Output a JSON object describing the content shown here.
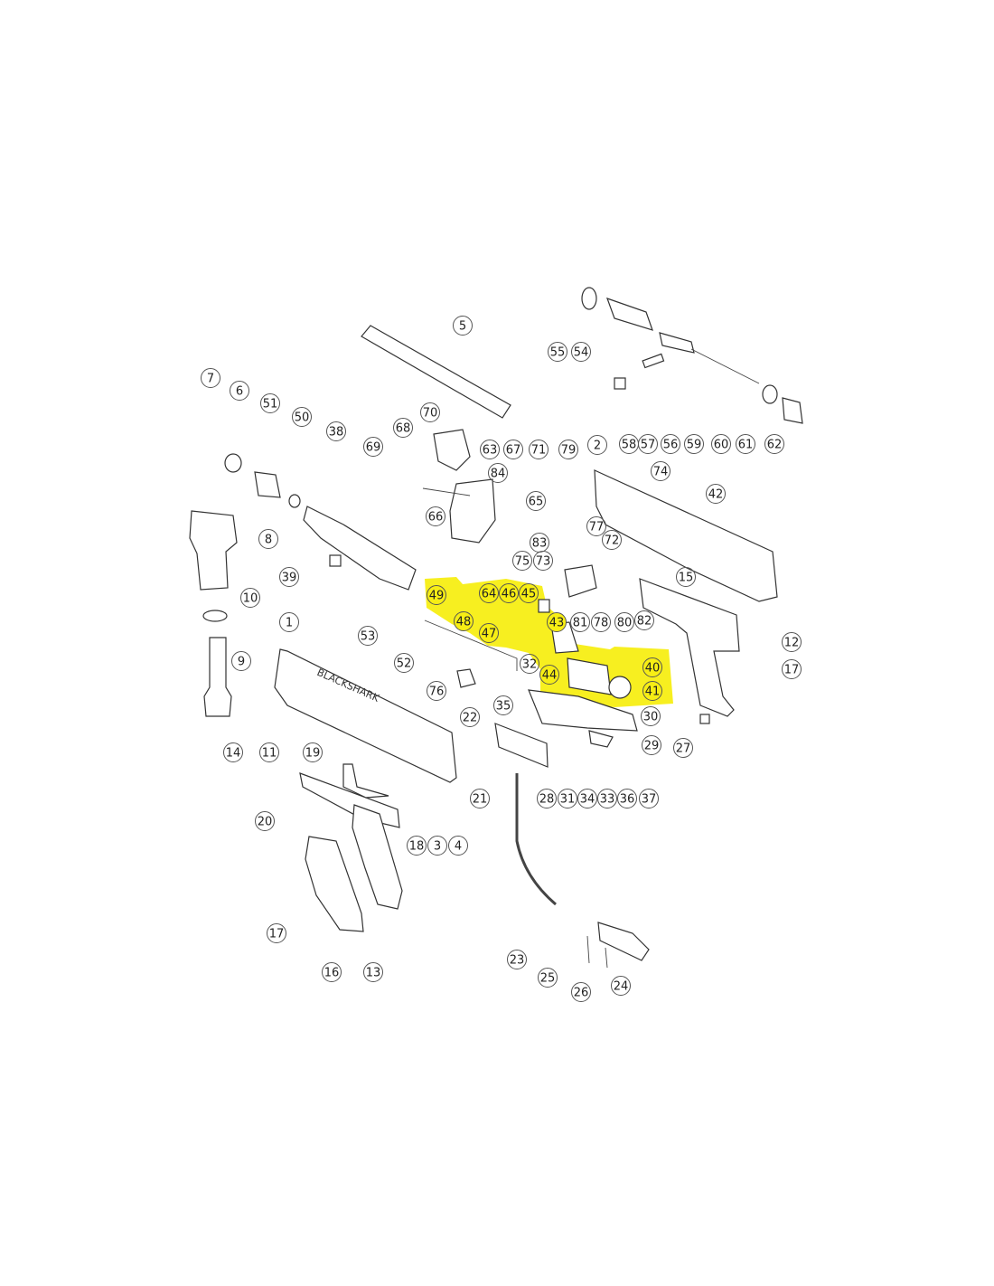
{
  "diagram": {
    "title": "Exploded parts diagram",
    "brand_mark": "BLACKSHARK",
    "highlight_color": "#f7ee14",
    "highlighted_parts": [
      "49",
      "48",
      "64",
      "47",
      "46",
      "45",
      "43",
      "44",
      "40",
      "41"
    ],
    "callouts": [
      "5",
      "55",
      "54",
      "7",
      "6",
      "51",
      "50",
      "38",
      "70",
      "68",
      "69",
      "63",
      "67",
      "71",
      "79",
      "2",
      "58",
      "57",
      "56",
      "59",
      "60",
      "61",
      "62",
      "74",
      "84",
      "42",
      "66",
      "65",
      "8",
      "83",
      "77",
      "72",
      "75",
      "15",
      "39",
      "73",
      "64",
      "46",
      "45",
      "49",
      "10",
      "48",
      "43",
      "81",
      "78",
      "80",
      "82",
      "1",
      "47",
      "53",
      "12",
      "9",
      "52",
      "44",
      "40",
      "17",
      "41",
      "76",
      "32",
      "35",
      "22",
      "30",
      "29",
      "27",
      "14",
      "11",
      "19",
      "20",
      "18",
      "3",
      "4",
      "21",
      "28",
      "31",
      "34",
      "33",
      "36",
      "37",
      "17",
      "16",
      "13",
      "23",
      "25",
      "26",
      "24"
    ]
  }
}
